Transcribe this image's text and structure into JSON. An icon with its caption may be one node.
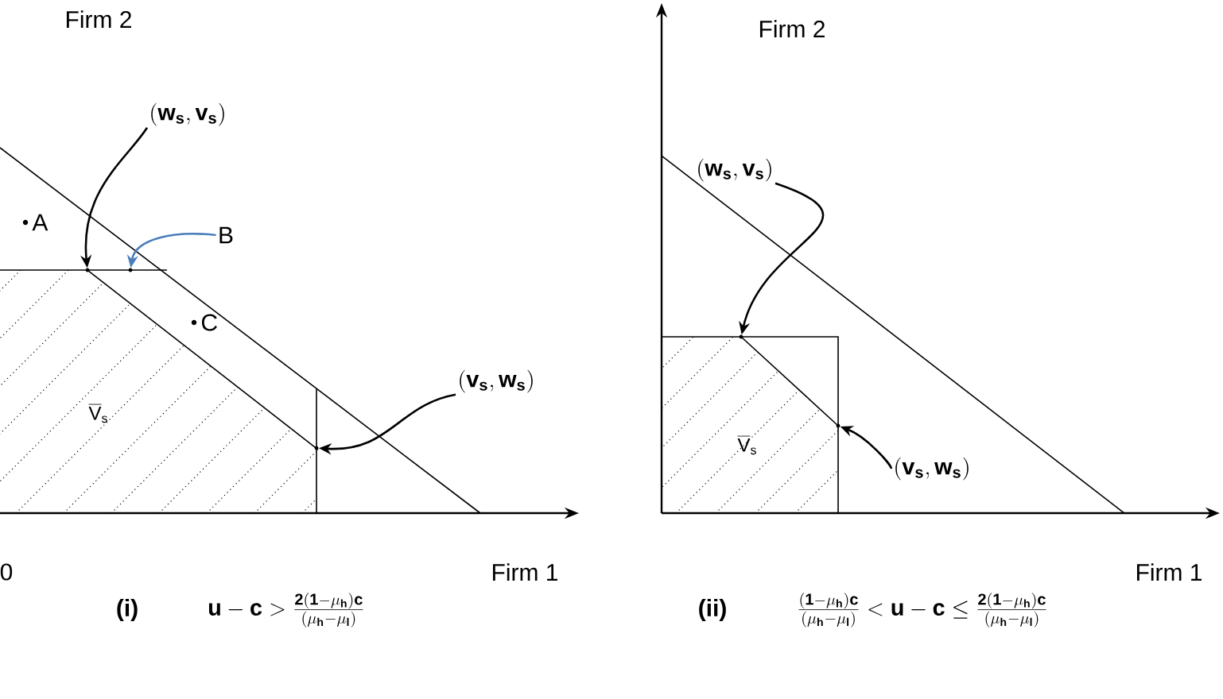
{
  "diagram": {
    "nodes": [
      {
        "text": [
          "(\\mathbf{w_s},\\mathbf{v_s})"
        ]
      },
      {
        "text": [
          "B"
        ]
      },
      {
        "text": [
          "(\\mathbf{v_s},\\mathbf{w_s})"
        ]
      },
      {
        "text": [
          "(\\mathbf{w_s},\\mathbf{v_s})"
        ]
      },
      {
        "text": [
          "(\\mathbf{v_s},\\mathbf{w_s})"
        ]
      },
      {
        "text": [],
        "shape": "point"
      },
      {
        "text": [],
        "shape": "point"
      },
      {
        "text": [],
        "shape": "point"
      },
      {
        "text": [],
        "shape": "point"
      },
      {
        "text": [],
        "shape": "point"
      }
    ],
    "edges": [
      {
        "from": 0,
        "to": 5,
        "arrow": "to"
      },
      {
        "from": 1,
        "to": 6,
        "arrow": "to",
        "color": "#4a7ebb"
      },
      {
        "from": 2,
        "to": 7,
        "arrow": "to"
      },
      {
        "from": 3,
        "to": 8,
        "arrow": "to"
      },
      {
        "from": 4,
        "to": 9,
        "arrow": "to"
      }
    ],
    "labels": [
      "Firm 2",
      "A",
      "C",
      "\\overline{\\mathrm{V}}_{\\mathrm{s}}",
      "0",
      "Firm 1",
      "(i)",
      "\\mathbf{u}-\\mathbf{c} > \\frac{\\mathbf{2(1-\\mu_h)c}}{\\mathbf{(\\mu_h-\\mu_l)}}",
      "Firm 2",
      "\\overline{\\mathrm{V}}_{\\mathrm{s}}",
      "Firm 1",
      "(ii)",
      "\\frac{\\mathbf{(1-\\mu_h)c}}{\\mathbf{(\\mu_h-\\mu_l)}} < \\mathbf{u}-\\mathbf{c} \\leq \\frac{\\mathbf{2(1-\\mu_h)c}}{\\mathbf{(\\mu_h-\\mu_l)}}"
    ]
  }
}
